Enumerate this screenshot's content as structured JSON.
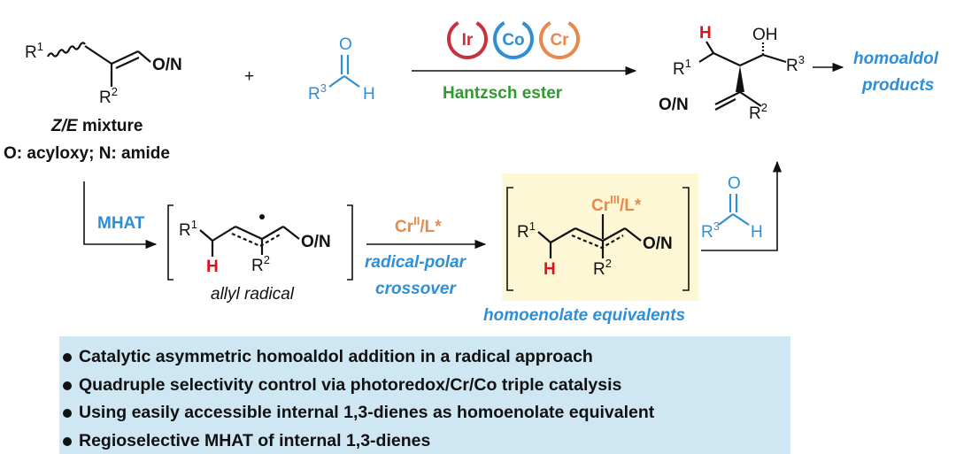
{
  "reactant": {
    "r1": "R",
    "r1_sup": "1",
    "r2": "R",
    "r2_sup": "2",
    "on_group": "O/N",
    "mixture_prefix": "Z/E",
    "mixture_suffix": " mixture",
    "legend": "O: acyloxy; N: amide"
  },
  "plus": "+",
  "aldehyde": {
    "o": "O",
    "r": "R",
    "r_sup": "3",
    "h": "H"
  },
  "catalysts": [
    {
      "label": "Ir",
      "color": "#c8323c"
    },
    {
      "label": "Co",
      "color": "#2e8fd6"
    },
    {
      "label": "Cr",
      "color": "#e8884a"
    }
  ],
  "reagent": "Hantzsch ester",
  "product": {
    "h": "H",
    "oh": "OH",
    "r1": "R",
    "r1_sup": "1",
    "r3": "R",
    "r3_sup": "3",
    "on_group": "O/N",
    "r2": "R",
    "r2_sup": "2",
    "label_line1": "homoaldol",
    "label_line2": "products"
  },
  "mhat": "MHAT",
  "allyl": {
    "r1": "R",
    "r1_sup": "1",
    "h": "H",
    "r2": "R",
    "r2_sup": "2",
    "on_group": "O/N",
    "caption": "allyl radical"
  },
  "crossover": {
    "reagent_main": "Cr",
    "reagent_sup": "II",
    "reagent_tail": "/L*",
    "line1": "radical-polar",
    "line2": "crossover"
  },
  "homoenolate": {
    "cr_main": "Cr",
    "cr_sup": "III",
    "cr_tail": "/L*",
    "r1": "R",
    "r1_sup": "1",
    "h": "H",
    "r2": "R",
    "r2_sup": "2",
    "on_group": "O/N",
    "caption": "homoenolate equivalents",
    "highlight_color": "#fdf7d6"
  },
  "aldehyde2": {
    "o": "O",
    "r": "R",
    "r_sup": "3",
    "h": "H"
  },
  "summary": [
    "Catalytic asymmetric homoaldol addition in a radical approach",
    "Quadruple selectivity control via photoredox/Cr/Co triple catalysis",
    "Using easily accessible internal 1,3-dienes as homoenolate equivalent",
    "Regioselective MHAT of internal 1,3-dienes"
  ]
}
